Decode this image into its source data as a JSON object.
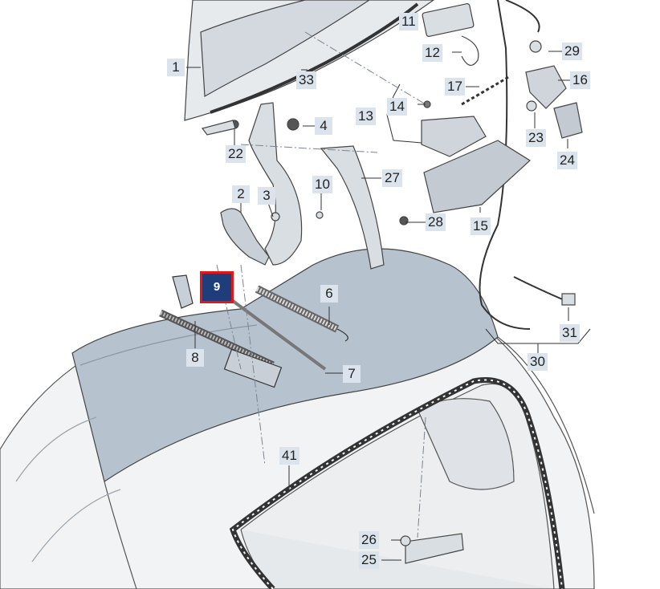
{
  "diagram": {
    "selected_part": "9",
    "colors": {
      "selected_fill": "#1f3d7a",
      "selected_border": "#e01818",
      "callout_fill": "#dbe3ec",
      "glass": "#b6c3cf"
    },
    "callouts": [
      {
        "id": "c1",
        "label": "1"
      },
      {
        "id": "c2",
        "label": "2"
      },
      {
        "id": "c3",
        "label": "3"
      },
      {
        "id": "c4",
        "label": "4"
      },
      {
        "id": "c6",
        "label": "6"
      },
      {
        "id": "c7",
        "label": "7"
      },
      {
        "id": "c8",
        "label": "8"
      },
      {
        "id": "c9",
        "label": "9"
      },
      {
        "id": "c10",
        "label": "10"
      },
      {
        "id": "c11",
        "label": "11"
      },
      {
        "id": "c12",
        "label": "12"
      },
      {
        "id": "c13",
        "label": "13"
      },
      {
        "id": "c14",
        "label": "14"
      },
      {
        "id": "c15",
        "label": "15"
      },
      {
        "id": "c16",
        "label": "16"
      },
      {
        "id": "c17",
        "label": "17"
      },
      {
        "id": "c22",
        "label": "22"
      },
      {
        "id": "c23",
        "label": "23"
      },
      {
        "id": "c24",
        "label": "24"
      },
      {
        "id": "c25",
        "label": "25"
      },
      {
        "id": "c26",
        "label": "26"
      },
      {
        "id": "c27",
        "label": "27"
      },
      {
        "id": "c28",
        "label": "28"
      },
      {
        "id": "c29",
        "label": "29"
      },
      {
        "id": "c30",
        "label": "30"
      },
      {
        "id": "c31",
        "label": "31"
      },
      {
        "id": "c33",
        "label": "33"
      },
      {
        "id": "c41",
        "label": "41"
      }
    ]
  }
}
